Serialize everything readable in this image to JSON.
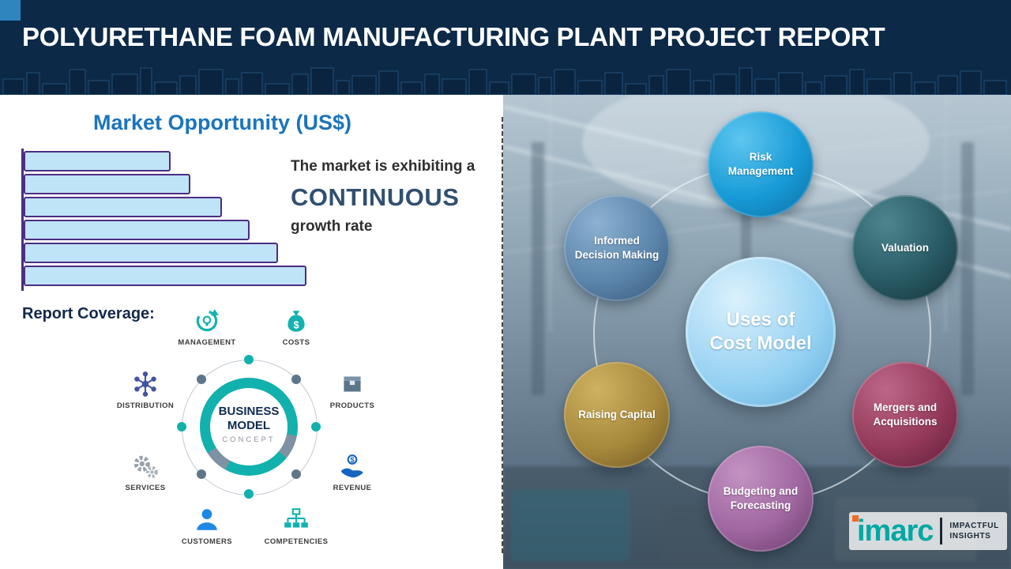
{
  "header": {
    "title": "POLYURETHANE FOAM MANUFACTURING PLANT PROJECT REPORT"
  },
  "left_panel": {
    "section_title": "Market Opportunity (US$)",
    "growth": {
      "line1": "The market is exhibiting a",
      "highlight": "CONTINUOUS",
      "line2": "growth rate"
    },
    "report_coverage_label": "Report Coverage:",
    "business_model": {
      "center_line1": "BUSINESS",
      "center_line2": "MODEL",
      "center_line3": "CONCEPT",
      "items": [
        {
          "label": "MANAGEMENT"
        },
        {
          "label": "COSTS"
        },
        {
          "label": "DISTRIBUTION"
        },
        {
          "label": "PRODUCTS"
        },
        {
          "label": "SERVICES"
        },
        {
          "label": "REVENUE"
        },
        {
          "label": "CUSTOMERS"
        },
        {
          "label": "COMPETENCIES"
        }
      ]
    }
  },
  "chart_data": {
    "type": "bar",
    "orientation": "horizontal",
    "title": "Market Opportunity (US$)",
    "categories": [
      "",
      "",
      "",
      "",
      "",
      ""
    ],
    "values": [
      52,
      59,
      70,
      80,
      90,
      100
    ],
    "xlim": [
      0,
      100
    ],
    "grid": false,
    "legend": false,
    "bar_fill": "#bfe3f7",
    "bar_border": "#4b2e83",
    "note": "Decorative unlabeled bars; values estimated from relative lengths"
  },
  "right_panel": {
    "center": {
      "line1": "Uses of",
      "line2": "Cost Model",
      "light": "#dbf1fc",
      "base": "#93d0f2",
      "dark": "#5aa9d9"
    },
    "nodes": [
      {
        "label": "Risk Management",
        "light": "#5ec6ef",
        "base": "#189bd7",
        "dark": "#0b6ca2"
      },
      {
        "label": "Valuation",
        "light": "#4d858f",
        "base": "#285a64",
        "dark": "#132f37"
      },
      {
        "label": "Mergers and Acquisitions",
        "light": "#bd6788",
        "base": "#94395a",
        "dark": "#5c1e37"
      },
      {
        "label": "Budgeting and Forecasting",
        "light": "#c493c3",
        "base": "#9f66a0",
        "dark": "#673a68"
      },
      {
        "label": "Raising Capital",
        "light": "#cfb262",
        "base": "#a8893c",
        "dark": "#6d5520"
      },
      {
        "label": "Informed Decision Making",
        "light": "#8cb1d1",
        "base": "#5c85ab",
        "dark": "#345878"
      }
    ]
  },
  "logo": {
    "brand": "imarc",
    "tagline_line1": "IMPACTFUL",
    "tagline_line2": "INSIGHTS",
    "brand_color": "#00a8a3",
    "accent_color": "#f26a21",
    "tagline_color": "#1b2733"
  },
  "icons": {
    "currency_symbol": "$"
  }
}
